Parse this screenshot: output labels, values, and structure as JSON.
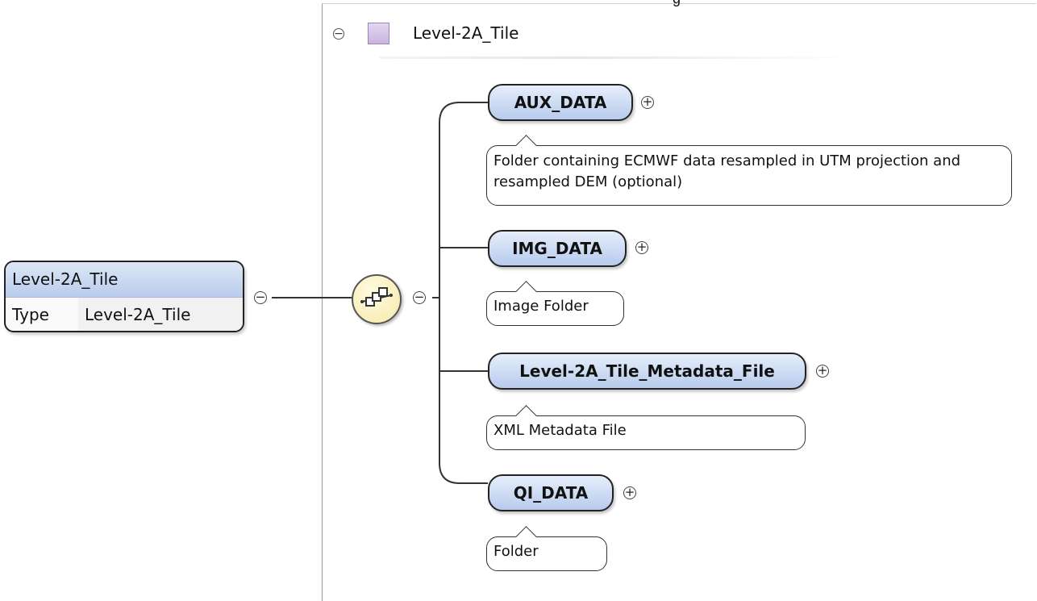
{
  "top_glyph": "g",
  "panel": {
    "title": "Level-2A_Tile"
  },
  "root": {
    "title": "Level-2A_Tile",
    "type_key": "Type",
    "type_value": "Level-2A_Tile"
  },
  "children": [
    {
      "name": "AUX_DATA",
      "note": "Folder containing ECMWF data resampled in UTM projection and resampled DEM (optional)"
    },
    {
      "name": "IMG_DATA",
      "note": "Image Folder"
    },
    {
      "name": "Level-2A_Tile_Metadata_File",
      "note": "XML Metadata File"
    },
    {
      "name": "QI_DATA",
      "note": "Folder"
    }
  ],
  "toggles": {
    "collapse": "−",
    "expand": "+"
  },
  "colors": {
    "node_fill": "#c6d6f0",
    "sequence_fill": "#f7eeb8",
    "type_swatch": "#d6c6ea"
  }
}
